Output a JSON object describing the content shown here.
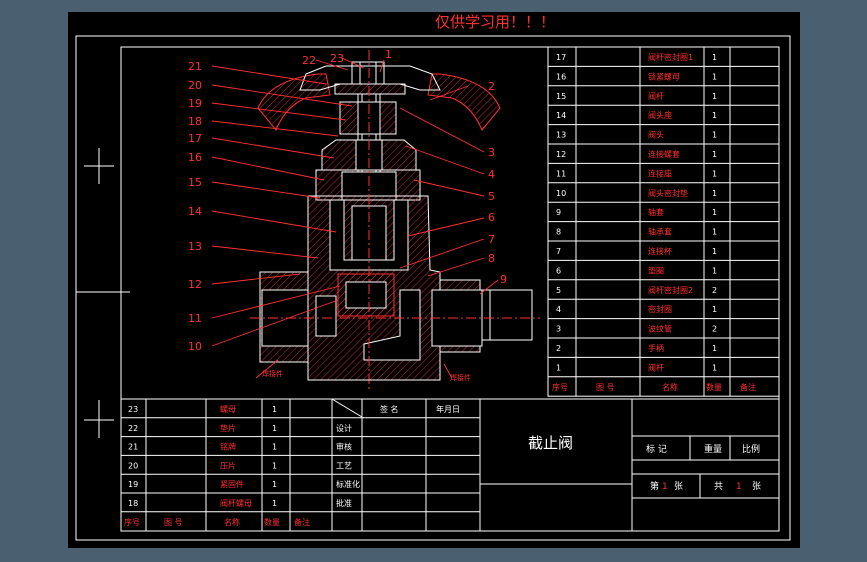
{
  "watermark": "仅供学习用！！！",
  "drawing_title": "截止阀",
  "callouts": [
    "1",
    "2",
    "3",
    "4",
    "5",
    "6",
    "7",
    "8",
    "9",
    "10",
    "11",
    "12",
    "13",
    "14",
    "15",
    "16",
    "17",
    "18",
    "19",
    "20",
    "21",
    "22",
    "23"
  ],
  "bom_main": [
    {
      "no": "17",
      "name": "阀杆密封圈1",
      "qty": "1"
    },
    {
      "no": "16",
      "name": "锁紧螺母",
      "qty": "1"
    },
    {
      "no": "15",
      "name": "阀杆",
      "qty": "1"
    },
    {
      "no": "14",
      "name": "阀头座",
      "qty": "1"
    },
    {
      "no": "13",
      "name": "阀头",
      "qty": "1"
    },
    {
      "no": "12",
      "name": "连接螺套",
      "qty": "1"
    },
    {
      "no": "11",
      "name": "连接座",
      "qty": "1"
    },
    {
      "no": "10",
      "name": "阀头密封垫",
      "qty": "1"
    },
    {
      "no": "9",
      "name": "轴套",
      "qty": "1"
    },
    {
      "no": "8",
      "name": "轴承套",
      "qty": "1"
    },
    {
      "no": "7",
      "name": "连接杯",
      "qty": "1"
    },
    {
      "no": "6",
      "name": "垫圈",
      "qty": "1"
    },
    {
      "no": "5",
      "name": "阀杆密封圈2",
      "qty": "2"
    },
    {
      "no": "4",
      "name": "密封圈",
      "qty": "1"
    },
    {
      "no": "3",
      "name": "波纹管",
      "qty": "2"
    },
    {
      "no": "2",
      "name": "手柄",
      "qty": "1"
    },
    {
      "no": "1",
      "name": "阀杆",
      "qty": "1"
    }
  ],
  "bom_main_header": {
    "no": "序号",
    "code": "图 号",
    "name": "名称",
    "qty": "数量",
    "remark": "备注"
  },
  "bom_lower": [
    {
      "no": "23",
      "name": "螺母",
      "qty": "1"
    },
    {
      "no": "22",
      "name": "垫片",
      "qty": "1"
    },
    {
      "no": "21",
      "name": "铭牌",
      "qty": "1"
    },
    {
      "no": "20",
      "name": "压片",
      "qty": "1"
    },
    {
      "no": "19",
      "name": "紧固件",
      "qty": "1"
    },
    {
      "no": "18",
      "name": "阀杆螺母",
      "qty": "1"
    }
  ],
  "bom_lower_header": {
    "no": "序号",
    "code": "图 号",
    "name": "名称",
    "qty": "数量",
    "remark": "备注"
  },
  "signature_rows": [
    "设计",
    "审核",
    "工艺",
    "标准化",
    "批准"
  ],
  "signature_header": {
    "sign": "签 名",
    "date": "年月日"
  },
  "title_right": {
    "mark": "标 记",
    "weight": "重量",
    "scale": "比例",
    "sheet": "第",
    "sheet_no": "1",
    "sheet_unit": "张",
    "total": "共",
    "total_no": "1",
    "total_unit": "张"
  },
  "annotations": {
    "left": "焊接件",
    "right": "焊接件"
  }
}
